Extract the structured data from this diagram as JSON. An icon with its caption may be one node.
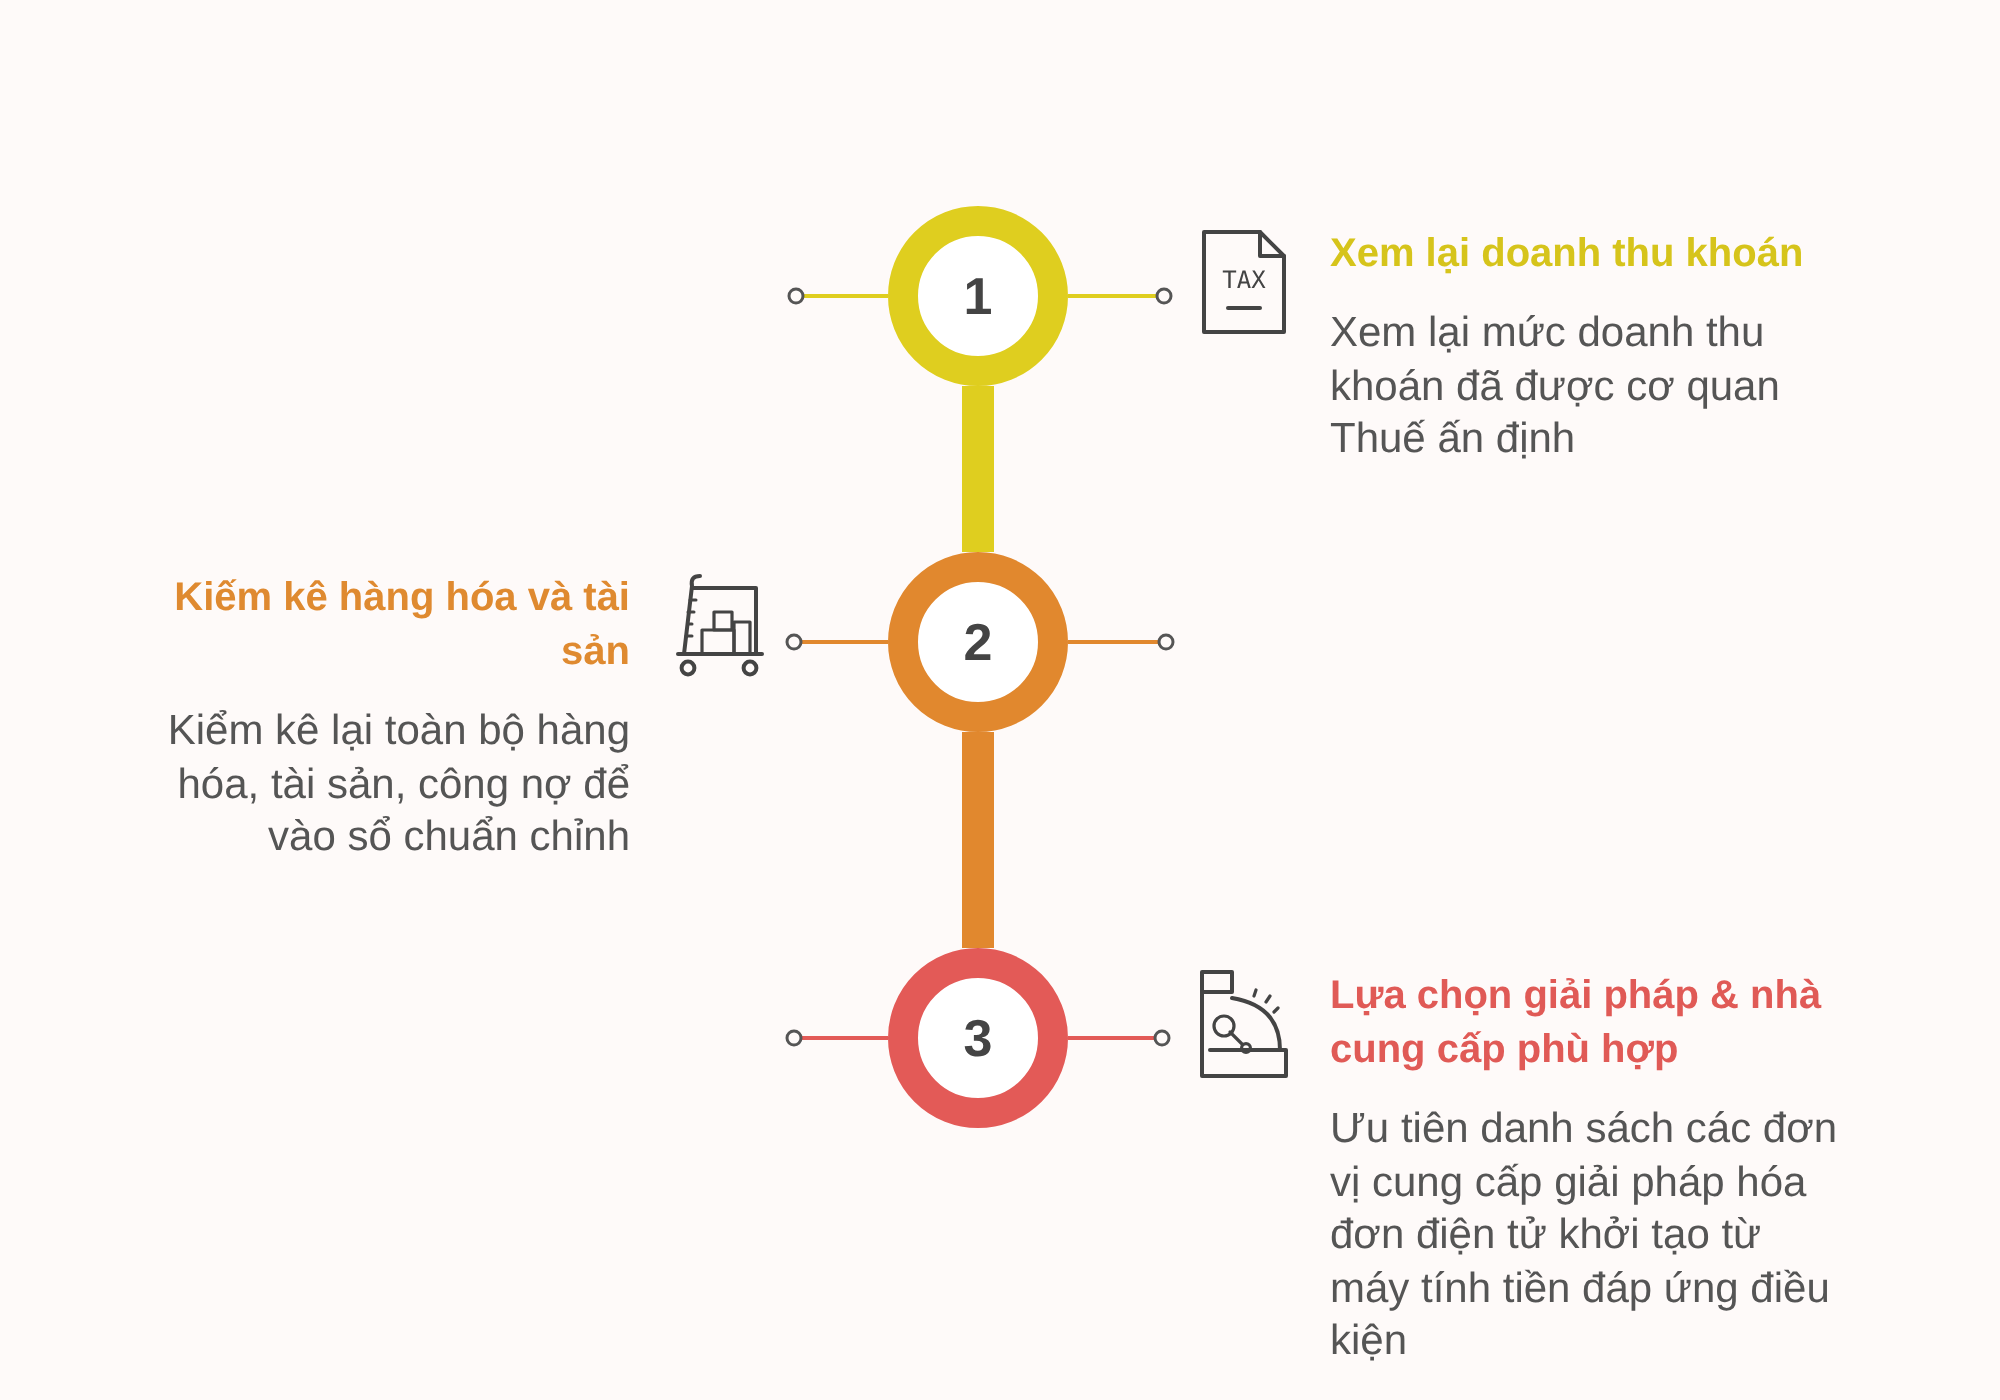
{
  "diagram": {
    "nodes": [
      {
        "text": [
          "1"
        ],
        "beside": [
          "Xem lại doanh thu khoán",
          "Xem lại mức doanh thu khoán đã được cơ quan Thuế ấn định"
        ]
      },
      {
        "text": [
          "2"
        ],
        "beside": [
          "Kiếm kê hàng hóa và tài sản",
          "Kiểm kê lại toàn bộ hàng hóa, tài sản, công nợ để vào sổ chuẩn chỉnh"
        ]
      },
      {
        "text": [
          "3"
        ],
        "beside": [
          "Lựa chọn giải pháp & nhà cung cấp phù hợp",
          "Ưu tiên danh sách các đơn vị cung cấp giải pháp hóa đơn điện tử khởi tạo từ máy tính tiền đáp ứng điều kiện"
        ]
      }
    ],
    "edges": [
      {
        "from": 0,
        "to": 1,
        "arrow": "none",
        "style": "thick",
        "color": "#dfce1f"
      },
      {
        "from": 1,
        "to": 2,
        "arrow": "none",
        "style": "thick",
        "color": "#e1882e"
      },
      {
        "from": null,
        "to": 0,
        "arrow": "other",
        "color": "#dfce1f"
      },
      {
        "from": 0,
        "to": null,
        "arrow": "other",
        "color": "#dfce1f"
      },
      {
        "from": null,
        "to": 1,
        "arrow": "other",
        "color": "#e1882e"
      },
      {
        "from": 1,
        "to": null,
        "arrow": "other",
        "color": "#e1882e"
      },
      {
        "from": null,
        "to": 2,
        "arrow": "other",
        "color": "#e35a57"
      },
      {
        "from": 2,
        "to": null,
        "arrow": "other",
        "color": "#e35a57"
      }
    ],
    "labels": [
      "TAX"
    ]
  }
}
